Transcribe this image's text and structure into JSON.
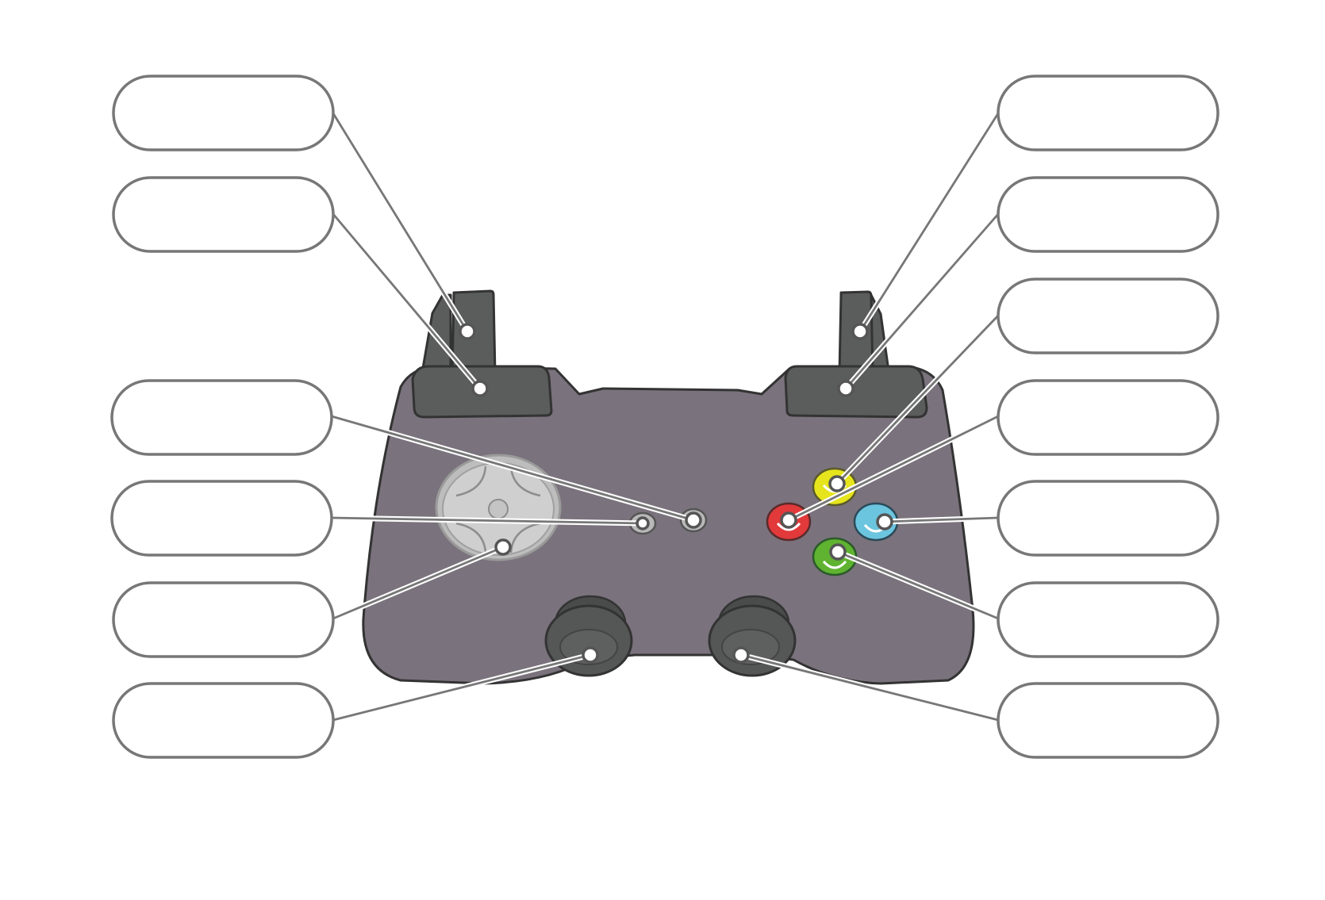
{
  "diagram": {
    "labels": [
      {
        "id": "left-trigger",
        "text": ""
      },
      {
        "id": "left-bumper",
        "text": ""
      },
      {
        "id": "start-button",
        "text": ""
      },
      {
        "id": "back-button",
        "text": ""
      },
      {
        "id": "directional-pad",
        "text": ""
      },
      {
        "id": "left-stick",
        "text": ""
      },
      {
        "id": "right-trigger",
        "text": ""
      },
      {
        "id": "right-bumper",
        "text": ""
      },
      {
        "id": "y-button",
        "text": ""
      },
      {
        "id": "b-button",
        "text": ""
      },
      {
        "id": "x-button",
        "text": ""
      },
      {
        "id": "a-button",
        "text": ""
      },
      {
        "id": "right-stick",
        "text": ""
      }
    ],
    "colors": {
      "body": "#7a727c",
      "trigger": "#5b5c5c",
      "dpad": "#cfcfcf",
      "button_y": "#e6e41c",
      "button_b": "#e2393b",
      "button_x": "#6cc5de",
      "button_a": "#5fb330",
      "stick": "#555656",
      "label_border": "#777777"
    }
  }
}
